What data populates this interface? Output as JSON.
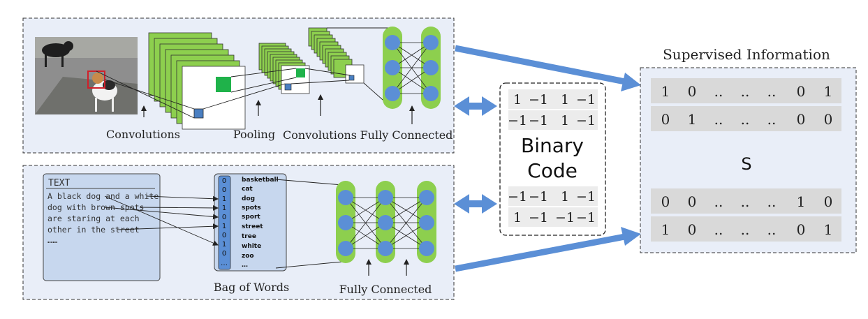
{
  "image_panel": {
    "labels": {
      "conv1": "Convolutions",
      "pool": "Pooling",
      "conv2": "Convolutions",
      "fc": "Fully Connected"
    }
  },
  "text_panel": {
    "text_box": {
      "title": "TEXT",
      "lines": [
        "A black dog and a white",
        "dog with brown spots",
        "are staring at each",
        "other in the street",
        "……"
      ]
    },
    "bag_of_words": {
      "label": "Bag of Words",
      "bits": [
        "0",
        "0",
        "1",
        "1",
        "0",
        "1",
        "0",
        "1",
        "0",
        "…"
      ],
      "words": [
        "basketball",
        "cat",
        "dog",
        "spots",
        "sport",
        "street",
        "tree",
        "white",
        "zoo",
        "…"
      ]
    },
    "fc_label": "Fully Connected"
  },
  "binary_code": {
    "title_line1": "Binary",
    "title_line2": "Code",
    "rows_top": [
      [
        "1",
        "−1",
        "1",
        "−1"
      ],
      [
        "−1",
        "−1",
        "1",
        "−1"
      ]
    ],
    "rows_bottom": [
      [
        "−1",
        "−1",
        "1",
        "−1"
      ],
      [
        "1",
        "−1",
        "−1",
        "−1"
      ]
    ]
  },
  "supervised": {
    "title": "Supervised Information",
    "symbol": "S",
    "rows_top": [
      [
        "1",
        "0",
        "..",
        "..",
        "..",
        "0",
        "1"
      ],
      [
        "0",
        "1",
        "..",
        "..",
        "..",
        "0",
        "0"
      ]
    ],
    "rows_bottom": [
      [
        "0",
        "0",
        "..",
        "..",
        "..",
        "1",
        "0"
      ],
      [
        "1",
        "0",
        "..",
        "..",
        "..",
        "0",
        "1"
      ]
    ]
  },
  "colors": {
    "panel_bg": "#e9eef8",
    "feature_green": "#8dcf4e",
    "node_blue": "#5b8fd6",
    "arrow_blue": "#5b8fd6",
    "highlight_green": "#1fb24a",
    "highlight_blue": "#4a7fc1",
    "matrix_row": "#d9d9d9",
    "text_box_bg": "#c7d7ee"
  }
}
